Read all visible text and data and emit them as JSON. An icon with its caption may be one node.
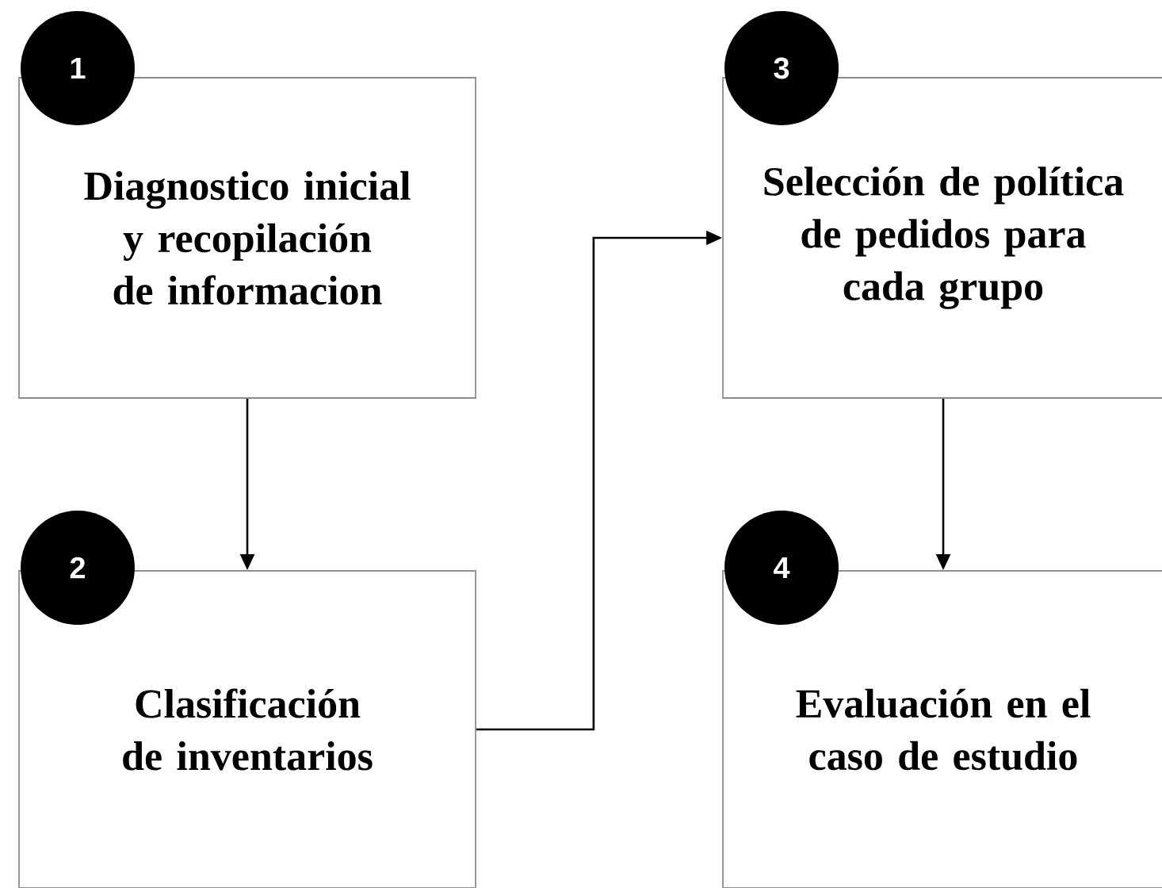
{
  "diagram": {
    "nodes": [
      {
        "text": [
          "1"
        ]
      },
      {
        "text": [
          "Diagnostico inicial y recopilación de informacion"
        ]
      },
      {
        "text": [
          "2"
        ]
      },
      {
        "text": [
          "Clasificación de inventarios"
        ]
      },
      {
        "text": [
          "3"
        ]
      },
      {
        "text": [
          "Selección de política de pedidos para cada grupo"
        ]
      },
      {
        "text": [
          "4"
        ]
      },
      {
        "text": [
          "Evaluación en el caso de estudio"
        ]
      }
    ],
    "edges": [
      {
        "from": 1,
        "to": 3,
        "arrow": "to"
      },
      {
        "from": 3,
        "to": 5,
        "arrow": "to"
      },
      {
        "from": 5,
        "to": 7,
        "arrow": "to"
      }
    ]
  }
}
